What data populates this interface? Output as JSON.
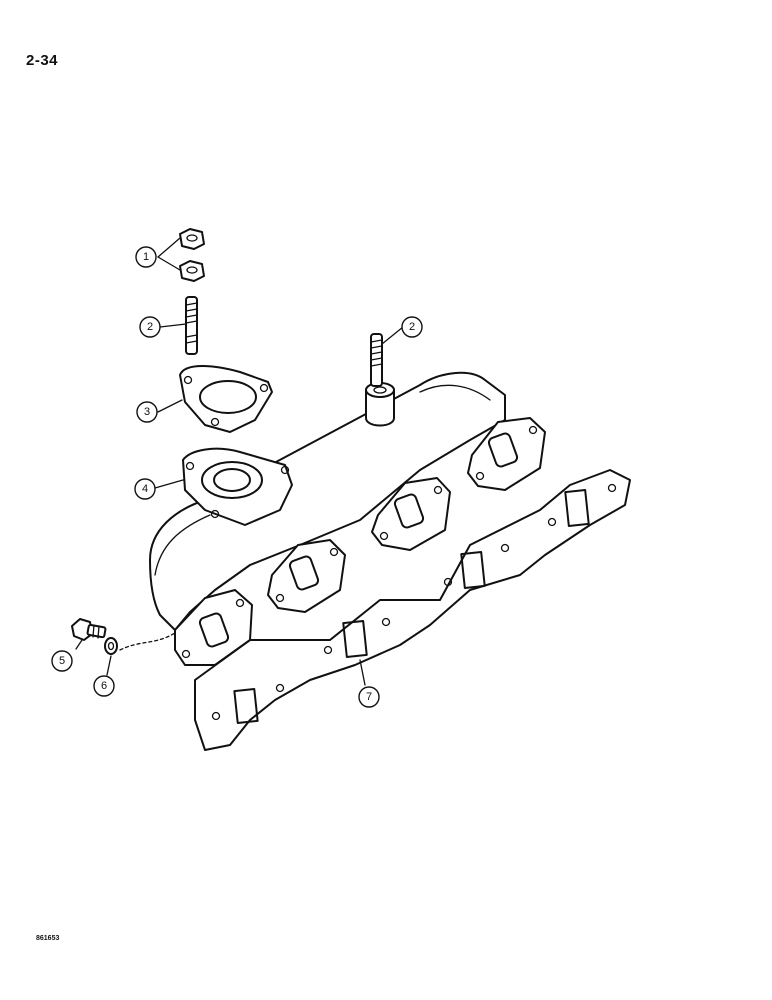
{
  "page": {
    "number": "2-34",
    "figure_code": "861653"
  },
  "callouts": [
    {
      "label": "1",
      "part": "nut"
    },
    {
      "label": "2",
      "part": "stud-left"
    },
    {
      "label": "2",
      "part": "stud-right"
    },
    {
      "label": "3",
      "part": "flange-gasket"
    },
    {
      "label": "4",
      "part": "exhaust-manifold"
    },
    {
      "label": "5",
      "part": "bolt"
    },
    {
      "label": "6",
      "part": "washer"
    },
    {
      "label": "7",
      "part": "manifold-gasket"
    }
  ],
  "colors": {
    "ink": "#111111",
    "paper": "#ffffff"
  }
}
